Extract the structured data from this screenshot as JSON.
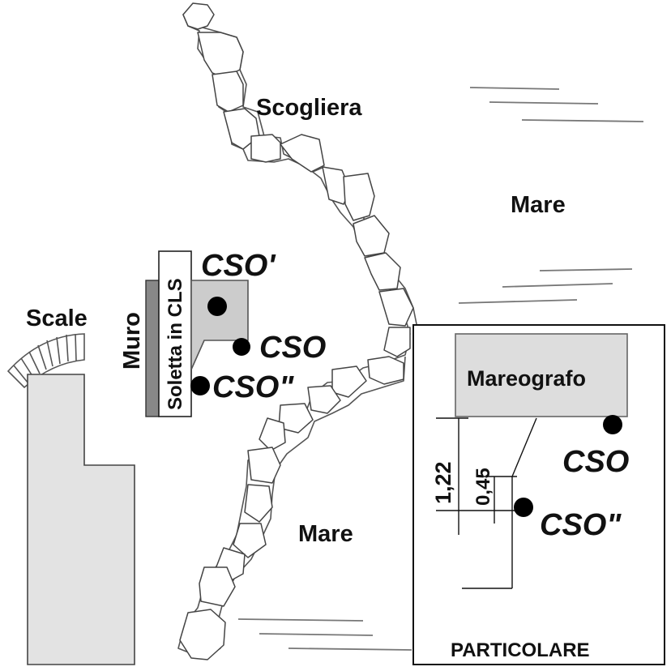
{
  "labels": {
    "scogliera": "Scogliera",
    "mare_top": "Mare",
    "mare_bottom": "Mare",
    "scale": "Scale",
    "muro": "Muro",
    "soletta": "Soletta in CLS",
    "cso_prime": "CSO'",
    "cso": "CSO",
    "cso_double": "CSO\"",
    "detail_mareografo": "Mareografo",
    "detail_cso": "CSO",
    "detail_cso_double": "CSO\"",
    "dim_outer": "1,22",
    "dim_inner": "0,45",
    "particolare": "PARTICOLARE"
  },
  "colors": {
    "ink": "#111111",
    "outline": "#444444",
    "building_fill": "#e3e3e3",
    "mareografo_fill": "#cccccc",
    "detail_fill": "#dddddd",
    "muro_fill": "#888888",
    "wave": "#777777"
  }
}
